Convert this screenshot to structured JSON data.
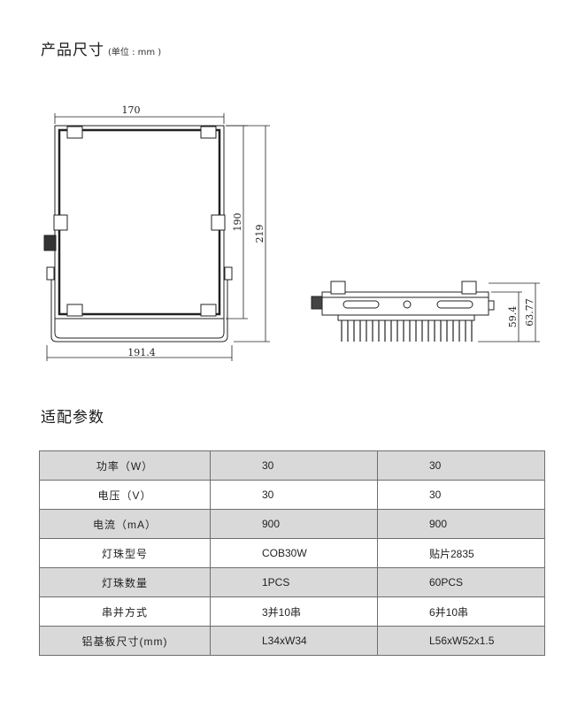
{
  "dimensions_section": {
    "title": "产品尺寸",
    "unit": "(单位 : mm )",
    "front_view": {
      "width": "170",
      "height": "190",
      "total_height": "219",
      "bracket_width": "191.4"
    },
    "side_view": {
      "depth": "59.4",
      "total_depth": "63.77"
    }
  },
  "params_section": {
    "title": "适配参数",
    "rows": [
      {
        "label": "功率（W）",
        "col1": "30",
        "col2": "30"
      },
      {
        "label": "电压（V）",
        "col1": "30",
        "col2": "30"
      },
      {
        "label": "电流（mA）",
        "col1": "900",
        "col2": "900"
      },
      {
        "label": "灯珠型号",
        "col1": "COB30W",
        "col2": "贴片2835"
      },
      {
        "label": "灯珠数量",
        "col1": "1PCS",
        "col2": "60PCS"
      },
      {
        "label": "串并方式",
        "col1": "3并10串",
        "col2": "6并10串"
      },
      {
        "label": "铝基板尺寸(mm)",
        "col1": "L34xW34",
        "col2": "L56xW52x1.5"
      }
    ]
  }
}
